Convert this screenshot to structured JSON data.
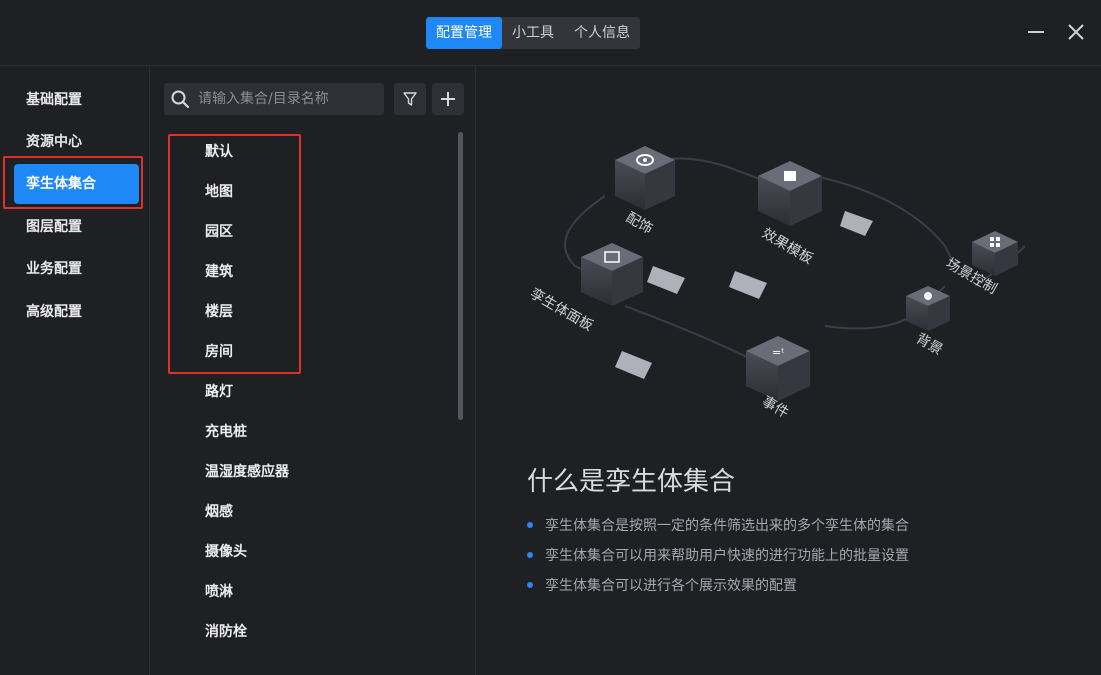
{
  "header": {
    "tabs": [
      "配置管理",
      "小工具",
      "个人信息"
    ],
    "active_tab": 0,
    "minimize_icon": "minimize-icon",
    "close_icon": "close-icon"
  },
  "sidebar": {
    "items": [
      "基础配置",
      "资源中心",
      "孪生体集合",
      "图层配置",
      "业务配置",
      "高级配置"
    ],
    "active_index": 2
  },
  "list": {
    "search_placeholder": "请输入集合/目录名称",
    "filter_icon": "filter-icon",
    "add_icon": "plus-icon",
    "items": [
      "默认",
      "地图",
      "园区",
      "建筑",
      "楼层",
      "房间",
      "路灯",
      "充电桩",
      "温湿度感应器",
      "烟感",
      "摄像头",
      "喷淋",
      "消防栓"
    ]
  },
  "illustration": {
    "labels": [
      "配饰",
      "效果模板",
      "孪生体面板",
      "事件",
      "背景",
      "场景控制"
    ]
  },
  "info": {
    "title": "什么是孪生体集合",
    "bullets": [
      "孪生体集合是按照一定的条件筛选出来的多个孪生体的集合",
      "孪生体集合可以用来帮助用户快速的进行功能上的批量设置",
      "孪生体集合可以进行各个展示效果的配置"
    ],
    "accent_color": "#1e88f7",
    "highlight_color": "#e0302b"
  }
}
